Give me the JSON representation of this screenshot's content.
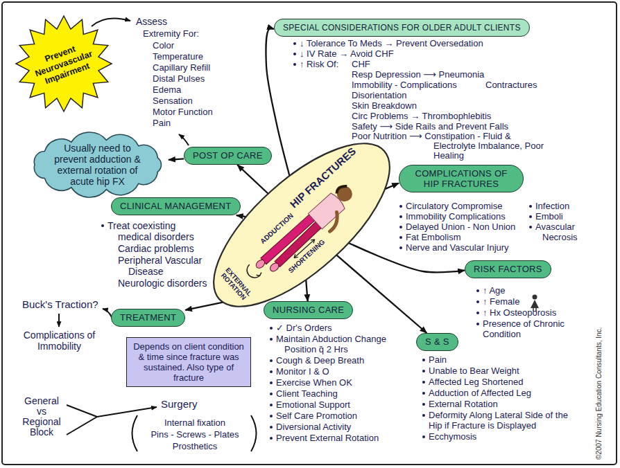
{
  "diagram": {
    "nodes": [
      {
        "text": [
          "HIP FRACTURES",
          "ADDUCTION",
          "EXTERNAL ROTATION",
          "SHORTENING"
        ]
      },
      {
        "text": [
          "SPECIAL CONSIDERATIONS FOR OLDER ADULT CLIENTS"
        ]
      },
      {
        "text": [
          "COMPLICATIONS OF HIP FRACTURES"
        ]
      },
      {
        "text": [
          "RISK FACTORS"
        ]
      },
      {
        "text": [
          "S & S"
        ]
      },
      {
        "text": [
          "NURSING CARE"
        ]
      },
      {
        "text": [
          "TREATMENT"
        ]
      },
      {
        "text": [
          "CLINICAL MANAGEMENT"
        ]
      },
      {
        "text": [
          "POST OP CARE"
        ]
      },
      {
        "text": [
          "Prevent Neurovascular Impairment"
        ]
      },
      {
        "text": [
          "Usually need to prevent adduction & external rotation of acute hip FX"
        ]
      },
      {
        "text": [
          "Depends on client condition & time since fracture was sustained. Also type of fracture"
        ]
      }
    ],
    "edges": [
      {
        "from": 0,
        "to": 1,
        "arrow": "to"
      },
      {
        "from": 0,
        "to": 2,
        "arrow": "to"
      },
      {
        "from": 0,
        "to": 3,
        "arrow": "to"
      },
      {
        "from": 0,
        "to": 4,
        "arrow": "to"
      },
      {
        "from": 0,
        "to": 5,
        "arrow": "to"
      },
      {
        "from": 0,
        "to": 6,
        "arrow": "to"
      },
      {
        "from": 0,
        "to": 7,
        "arrow": "to"
      },
      {
        "from": 0,
        "to": 8,
        "arrow": "to"
      },
      {
        "from": 8,
        "to": 10,
        "arrow": "to"
      }
    ],
    "labels": [
      "Assess",
      "Extremity For:",
      "Color",
      "Temperature",
      "Capillary Refill",
      "Distal Pulses",
      "Edema",
      "Sensation",
      "Motor Function",
      "Pain",
      "↓ Tolerance To Meds → Prevent Oversedation",
      "↓ IV Rate → Avoid CHF",
      "↑ Risk Of:",
      "CHF",
      "Resp Depression ⟶ Pneumonia",
      "Immobility - Complications",
      "Contractures",
      "Disorientation",
      "Skin Breakdown",
      "Circ Problems → Thrombophlebitis",
      "Safety ⟶ Side Rails and Prevent Falls",
      "Poor Nutrition ⟶ Constipation - Fluid & Electrolyte Imbalance, Poor Healing",
      "Circulatory Compromise",
      "Immobility Complications",
      "Delayed Union - Non Union",
      "Fat Embolism",
      "Nerve and Vascular Injury",
      "Infection",
      "Emboli",
      "Avascular Necrosis",
      "↑ Age",
      "↑ Female",
      "↑ Hx Osteoporosis",
      "Presence of Chronic Condition",
      "Pain",
      "Unable to Bear Weight",
      "Affected Leg Shortened",
      "Adduction of Affected Leg",
      "External Rotation",
      "Deformity Along Lateral Side of the Hip if Fracture is Displayed",
      "Ecchymosis",
      "✓ Dr's Orders",
      "Maintain Abduction Change Position q̄ 2 Hrs",
      "Cough & Deep Breath",
      "Monitor I & O",
      "Exercise When OK",
      "Client Teaching",
      "Emotional Support",
      "Self Care Promotion",
      "Diversional Activity",
      "Prevent External Rotation",
      "Treat coexisting medical disorders",
      "Cardiac problems",
      "Peripheral Vascular Disease",
      "Neurologic disorders",
      "Buck's Traction?",
      "Complications of Immobility",
      "Surgery",
      "General vs Regional Block",
      "Internal fixation",
      "Pins - Screws - Plates",
      "Prosthetics",
      "©2007 Nursing Education Consultants, Inc."
    ]
  }
}
